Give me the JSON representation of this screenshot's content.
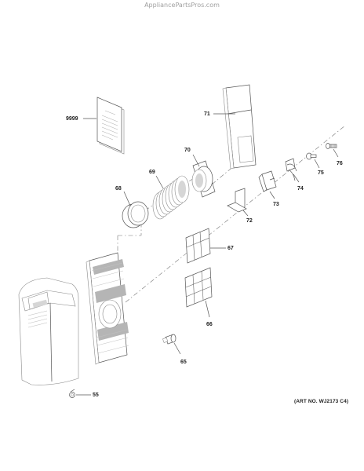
{
  "watermark": "AppliancePartsPros.com",
  "art_number": "(ART NO. WJ2173 C4)",
  "callouts": {
    "c9999": "9999",
    "c71": "71",
    "c70": "70",
    "c69": "69",
    "c68": "68",
    "c72": "72",
    "c73": "73",
    "c74": "74",
    "c75": "75",
    "c76": "76",
    "c67": "67",
    "c66": "66",
    "c65": "65",
    "c55": "55"
  }
}
